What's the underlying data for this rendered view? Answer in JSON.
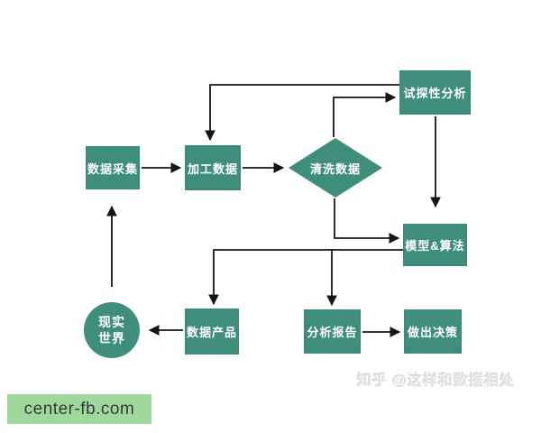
{
  "diagram": {
    "type": "flowchart",
    "nodes": [
      {
        "id": "data_collection",
        "label": "数据采集",
        "shape": "rect"
      },
      {
        "id": "process_data",
        "label": "加工数据",
        "shape": "rect"
      },
      {
        "id": "clean_data",
        "label": "清洗数据",
        "shape": "diamond"
      },
      {
        "id": "exploratory_analysis",
        "label": "试探性分析",
        "shape": "rect"
      },
      {
        "id": "model_algorithm",
        "label": "模型&算法",
        "shape": "rect"
      },
      {
        "id": "data_product",
        "label": "数据产品",
        "shape": "rect"
      },
      {
        "id": "analysis_report",
        "label": "分析报告",
        "shape": "rect"
      },
      {
        "id": "make_decision",
        "label": "做出决策",
        "shape": "rect"
      },
      {
        "id": "real_world",
        "label": "现实世界",
        "shape": "circle"
      }
    ],
    "edges": [
      {
        "from": "data_collection",
        "to": "process_data"
      },
      {
        "from": "process_data",
        "to": "clean_data"
      },
      {
        "from": "clean_data",
        "to": "exploratory_analysis"
      },
      {
        "from": "exploratory_analysis",
        "to": "process_data"
      },
      {
        "from": "exploratory_analysis",
        "to": "model_algorithm"
      },
      {
        "from": "clean_data",
        "to": "model_algorithm"
      },
      {
        "from": "model_algorithm",
        "to": "data_product"
      },
      {
        "from": "model_algorithm",
        "to": "analysis_report"
      },
      {
        "from": "analysis_report",
        "to": "make_decision"
      },
      {
        "from": "data_product",
        "to": "real_world"
      },
      {
        "from": "real_world",
        "to": "data_collection"
      }
    ]
  },
  "watermarks": {
    "zhihu_credit": "知乎 @这样和数据相处",
    "site_badge": "center-fb.com"
  },
  "colors": {
    "node_fill": "#3F8E7C",
    "node_text": "#FFFFFF",
    "arrow": "#151515",
    "site_badge_bg": "#9FD79D",
    "zhihu_text": "#E2E2E2",
    "background": "#FFFFFF"
  }
}
